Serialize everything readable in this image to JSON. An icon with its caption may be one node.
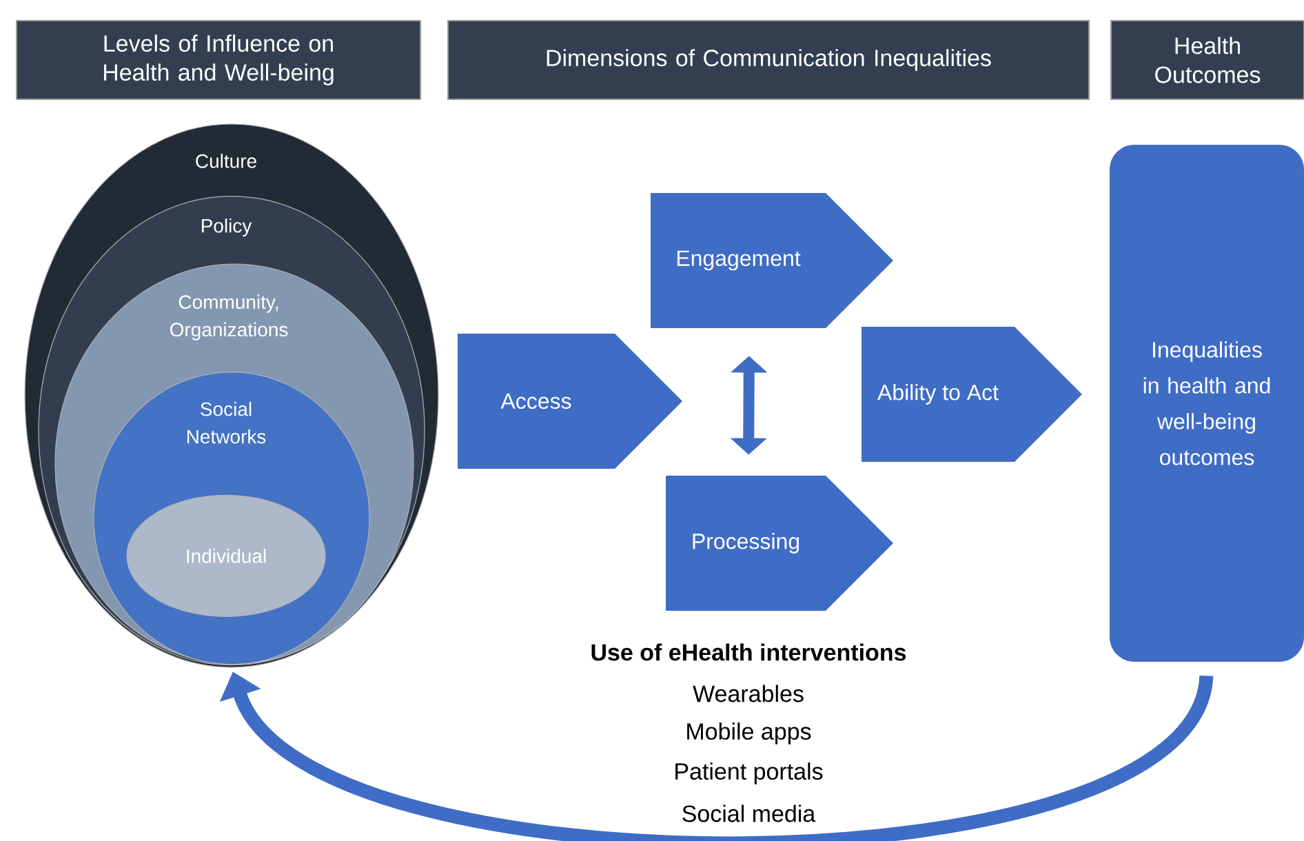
{
  "diagram": {
    "nodes": [
      {
        "text": [
          "Levels of Influence on Health and Well-being"
        ]
      },
      {
        "text": [
          "Dimensions of Communication Inequalities"
        ]
      },
      {
        "text": [
          "Health Outcomes"
        ]
      },
      {
        "text": [
          "Culture"
        ]
      },
      {
        "text": [
          "Policy"
        ],
        "in": 3
      },
      {
        "text": [
          "Community, Organizations"
        ],
        "in": 4
      },
      {
        "text": [
          "Social Networks"
        ],
        "in": 5
      },
      {
        "text": [
          "Individual"
        ],
        "in": 6
      },
      {
        "text": [
          "Access"
        ]
      },
      {
        "text": [
          "Engagement"
        ]
      },
      {
        "text": [
          "Ability to Act"
        ]
      },
      {
        "text": [
          "Processing"
        ]
      },
      {
        "text": [
          "Inequalities in health and well-being outcomes"
        ]
      }
    ],
    "edges": [
      {
        "from": 9,
        "to": 11,
        "arrow": "both"
      },
      {
        "from": 12,
        "to": 3,
        "arrow": "to"
      }
    ],
    "labels": [
      "Use of eHealth interventions",
      "Wearables",
      "Mobile apps",
      "Patient portals",
      "Social media"
    ]
  }
}
